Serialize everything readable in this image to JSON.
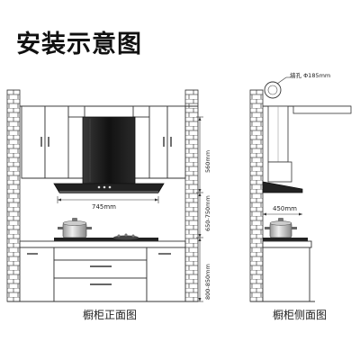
{
  "title": "安装示意图",
  "front": {
    "caption": "橱柜正面图",
    "dim_width": "745mm",
    "dim_upper": "560mm",
    "dim_mid": "650-750mm",
    "dim_lower": "800-850mm"
  },
  "side": {
    "caption": "橱柜侧面图",
    "dim_hole": "墙孔 Φ185mm",
    "dim_depth": "450mm"
  }
}
